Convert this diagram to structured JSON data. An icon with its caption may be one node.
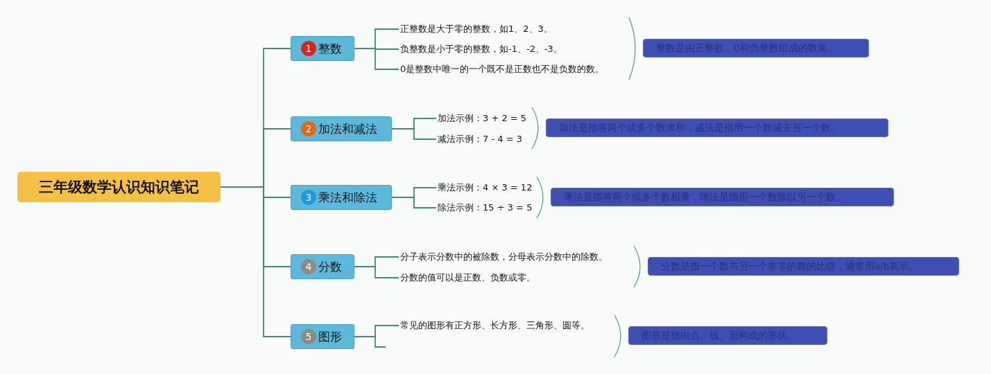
{
  "diagram": {
    "nodes": [
      {
        "text": [
          "三年级数学认识知识笔记"
        ]
      },
      {
        "text": [
          "1",
          "整数"
        ]
      },
      {
        "text": [
          "正整数是大于零的整数，如1、2、3。"
        ]
      },
      {
        "text": [
          "负整数是小于零的整数，如-1、-2、-3。"
        ]
      },
      {
        "text": [
          "0是整数中唯一的一个既不是正数也不是负数的数。"
        ]
      },
      {
        "text": [
          "整数是由正整数、0和负整数组成的数集。"
        ]
      },
      {
        "text": [
          "2",
          "加法和减法"
        ]
      },
      {
        "text": [
          "加法示例：3 + 2 = 5"
        ]
      },
      {
        "text": [
          "减法示例：7 - 4 = 3"
        ]
      },
      {
        "text": [
          "加法是指将两个或多个数求和，减法是指用一个数减去另一个数。"
        ]
      },
      {
        "text": [
          "3",
          "乘法和除法"
        ]
      },
      {
        "text": [
          "乘法示例：4 × 3 = 12"
        ]
      },
      {
        "text": [
          "除法示例：15 ÷ 3 = 5"
        ]
      },
      {
        "text": [
          "乘法是指将两个或多个数相乘，除法是指用一个数除以另一个数。"
        ]
      },
      {
        "text": [
          "4",
          "分数"
        ]
      },
      {
        "text": [
          "分子表示分数中的被除数，分母表示分数中的除数。"
        ]
      },
      {
        "text": [
          "分数的值可以是正数、负数或零。"
        ]
      },
      {
        "text": [
          "分数是指一个数与另一个非零的数的比值，通常用a/b表示。"
        ]
      },
      {
        "text": [
          "5",
          "图形"
        ]
      },
      {
        "text": [
          "常见的图形有正方形、长方形、三角形、圆等。"
        ]
      },
      {
        "text": [
          "图形是指由点、线、面构成的形状。"
        ]
      }
    ],
    "edges": [
      {
        "from": 0,
        "to": 1,
        "arrow": "none"
      },
      {
        "from": 0,
        "to": 6,
        "arrow": "none"
      },
      {
        "from": 0,
        "to": 10,
        "arrow": "none"
      },
      {
        "from": 0,
        "to": 14,
        "arrow": "none"
      },
      {
        "from": 0,
        "to": 18,
        "arrow": "none"
      },
      {
        "from": 1,
        "to": 2,
        "arrow": "none"
      },
      {
        "from": 1,
        "to": 3,
        "arrow": "none"
      },
      {
        "from": 1,
        "to": 4,
        "arrow": "none"
      },
      {
        "from": 6,
        "to": 7,
        "arrow": "none"
      },
      {
        "from": 6,
        "to": 8,
        "arrow": "none"
      },
      {
        "from": 10,
        "to": 11,
        "arrow": "none"
      },
      {
        "from": 10,
        "to": 12,
        "arrow": "none"
      },
      {
        "from": 14,
        "to": 15,
        "arrow": "none"
      },
      {
        "from": 14,
        "to": 16,
        "arrow": "none"
      },
      {
        "from": 18,
        "to": 19,
        "arrow": "none"
      },
      {
        "from": 18,
        "to": null,
        "arrow": "none"
      }
    ]
  }
}
